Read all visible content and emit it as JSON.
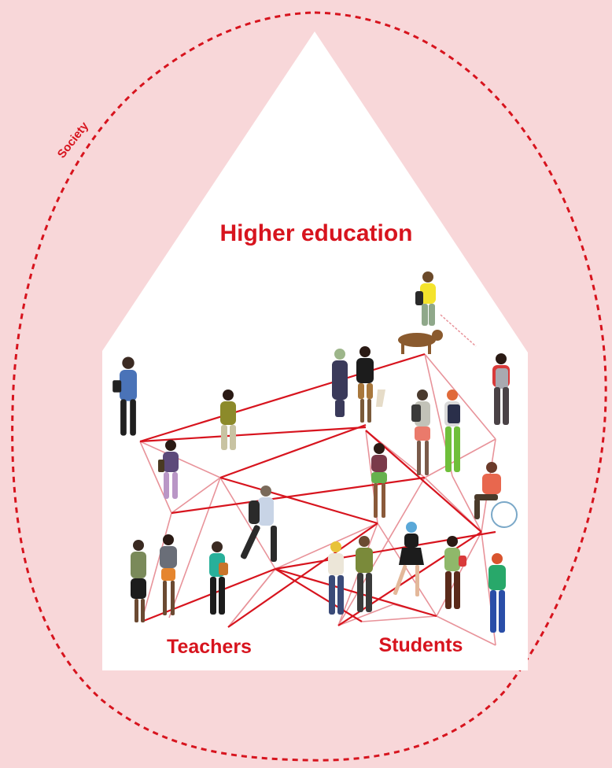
{
  "colors": {
    "background": "#f8d7d9",
    "accent": "#d7141e",
    "network_light": "#e8939a",
    "house": "#ffffff"
  },
  "labels": {
    "society": "Society",
    "higher_education": "Higher education",
    "teachers": "Teachers",
    "students": "Students"
  }
}
